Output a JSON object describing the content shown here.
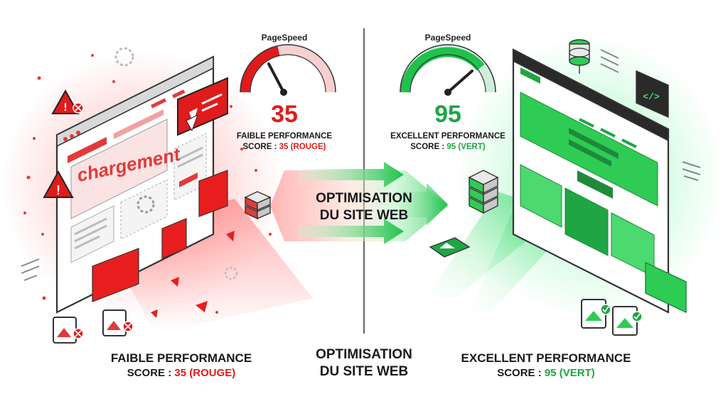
{
  "left": {
    "gauge_title": "PageSpeed",
    "score": "35",
    "perf_label": "FAIBLE PERFORMANCE",
    "score_prefix": "SCORE : ",
    "score_value": "35",
    "score_color_word": "(ROUGE)",
    "loading_text": "chargement",
    "accent": "#e01b1b"
  },
  "middle": {
    "label_line1": "OPTIMISATION",
    "label_line2": "DU SITE WEB"
  },
  "right": {
    "gauge_title": "PageSpeed",
    "score": "95",
    "perf_label": "EXCELLENT PERFORMANCE",
    "score_prefix": "SCORE : ",
    "score_value": "95",
    "score_color_word": "(VERT)",
    "accent": "#1fa544"
  },
  "bottom": {
    "left_title": "FAIBLE PERFORMANCE",
    "left_prefix": "SCORE : ",
    "left_value": "35 (ROUGE)",
    "middle_line1": "OPTIMISATION",
    "middle_line2": "DU SITE WEB",
    "right_title": "EXCELLENT PERFORMANCE",
    "right_prefix": "SCORE : ",
    "right_value": "95 (VERT)"
  },
  "icons": [
    "warning-icon",
    "broken-image-icon",
    "loading-spinner-icon",
    "server-icon",
    "database-icon",
    "code-window-icon",
    "image-check-icon",
    "arrow-right-icon"
  ]
}
